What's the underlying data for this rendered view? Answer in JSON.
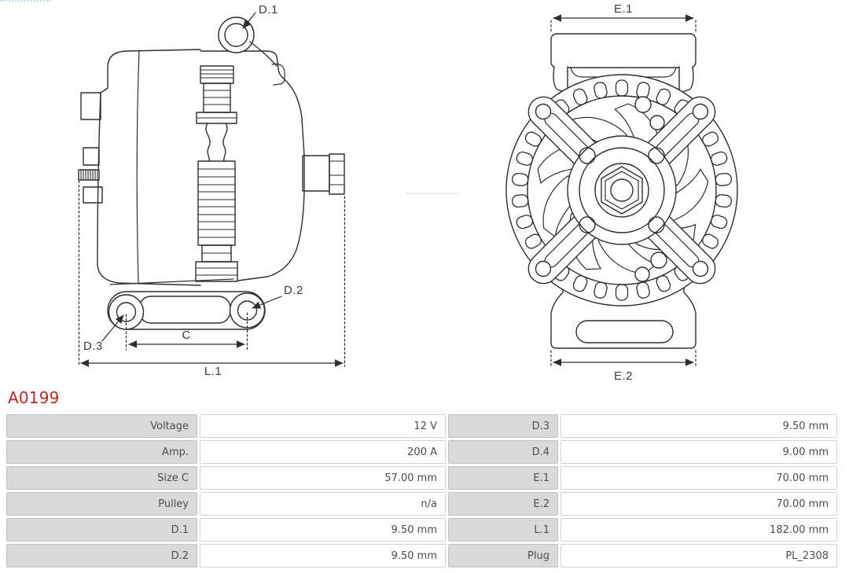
{
  "part_number": "A0199",
  "colors": {
    "part_number_text": "#c3261e",
    "drawing_line": "#2e2e2e",
    "table_label_bg": "#d9d9d9",
    "table_label_border": "#c3c3c3",
    "table_value_border": "#d2d2d2",
    "table_text": "#4d4d4d"
  },
  "drawings": {
    "side": {
      "d1": "D.1",
      "d2": "D.2",
      "d3": "D.3",
      "c": "C",
      "l1": "L.1"
    },
    "front": {
      "e1": "E.1",
      "e2": "E.2"
    }
  },
  "table": {
    "rows": [
      {
        "label_left": "Voltage",
        "value_left": "12 V",
        "label_right": "D.3",
        "value_right": "9.50 mm"
      },
      {
        "label_left": "Amp.",
        "value_left": "200 A",
        "label_right": "D.4",
        "value_right": "9.00 mm"
      },
      {
        "label_left": "Size C",
        "value_left": "57.00 mm",
        "label_right": "E.1",
        "value_right": "70.00 mm"
      },
      {
        "label_left": "Pulley",
        "value_left": "n/a",
        "label_right": "E.2",
        "value_right": "70.00 mm"
      },
      {
        "label_left": "D.1",
        "value_left": "9.50 mm",
        "label_right": "L.1",
        "value_right": "182.00 mm"
      },
      {
        "label_left": "D.2",
        "value_left": "9.50 mm",
        "label_right": "Plug",
        "value_right": "PL_2308"
      }
    ]
  }
}
